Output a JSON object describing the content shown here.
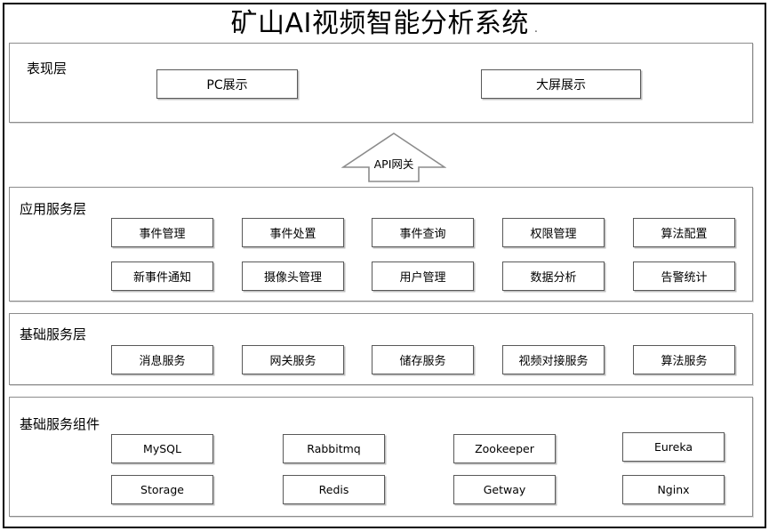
{
  "diagram": {
    "title": "矿山AI视频智能分析系统",
    "title_trailing_mark": ".",
    "gateway": {
      "label": "API网关",
      "shape": "up-block-arrow"
    },
    "layers": [
      {
        "id": "presentation",
        "label": "表现层",
        "nodes": [
          {
            "label": "PC展示"
          },
          {
            "label": "大屏展示"
          }
        ]
      },
      {
        "id": "application-service",
        "label": "应用服务层",
        "nodes": [
          {
            "label": "事件管理"
          },
          {
            "label": "事件处置"
          },
          {
            "label": "事件查询"
          },
          {
            "label": "权限管理"
          },
          {
            "label": "算法配置"
          },
          {
            "label": "新事件通知"
          },
          {
            "label": "摄像头管理"
          },
          {
            "label": "用户管理"
          },
          {
            "label": "数据分析"
          },
          {
            "label": "告警统计"
          }
        ]
      },
      {
        "id": "basic-service",
        "label": "基础服务层",
        "nodes": [
          {
            "label": "消息服务"
          },
          {
            "label": "网关服务"
          },
          {
            "label": "储存服务"
          },
          {
            "label": "视频对接服务"
          },
          {
            "label": "算法服务"
          }
        ]
      },
      {
        "id": "basic-components",
        "label": "基础服务组件",
        "nodes": [
          {
            "label": "MySQL"
          },
          {
            "label": "Rabbitmq"
          },
          {
            "label": "Zookeeper"
          },
          {
            "label": "Eureka"
          },
          {
            "label": "Storage"
          },
          {
            "label": "Redis"
          },
          {
            "label": "Getway"
          },
          {
            "label": "Nginx"
          }
        ]
      }
    ],
    "colors": {
      "background": "#ffffff",
      "frame_border": "#000000",
      "layer_border": "#8c8c8c",
      "node_border": "#595959",
      "node_shadow": "#bfbfbf",
      "text": "#000000"
    }
  }
}
